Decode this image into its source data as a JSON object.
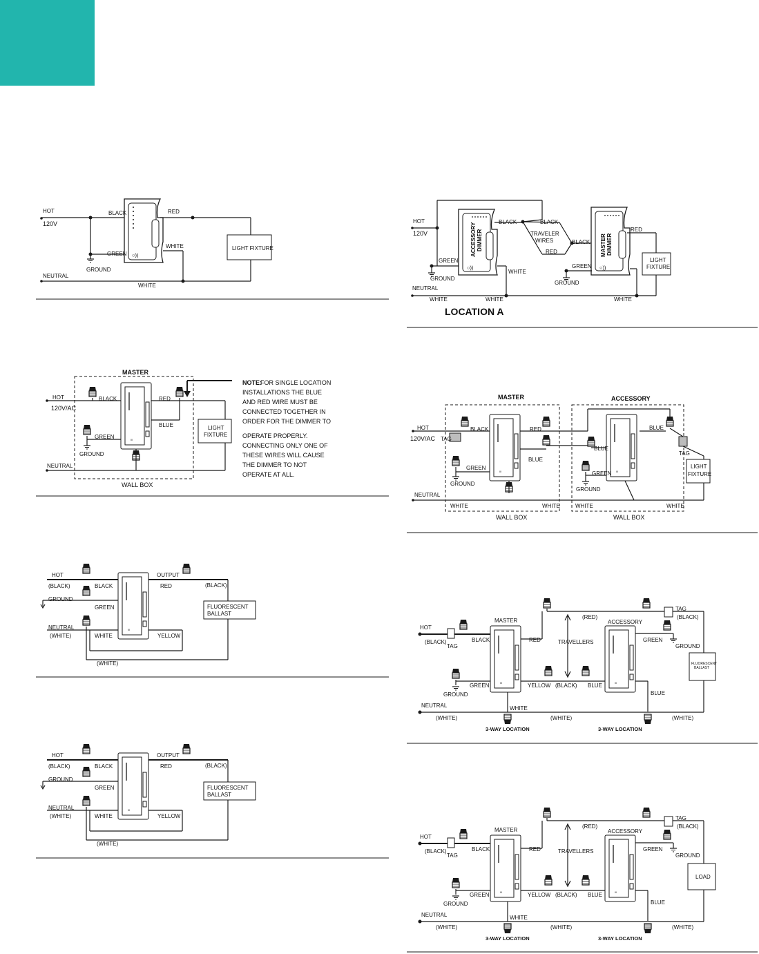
{
  "brand": {
    "color": "#22b5ad"
  },
  "d1": {
    "hot": "HOT",
    "v": "120V",
    "black": "BLACK",
    "red": "RED",
    "white_a": "WHITE",
    "green": "GREEN",
    "ground": "GROUND",
    "neutral": "NEUTRAL",
    "white_b": "WHITE",
    "fixture": "LIGHT FIXTURE"
  },
  "d2": {
    "hot": "HOT",
    "v": "120V",
    "black_a": "BLACK",
    "black_b": "BLACK",
    "black_c": "BLACK",
    "traveler_1": "TRAVELER",
    "traveler_2": "WIRES",
    "red_a": "RED",
    "red_b": "RED",
    "acc_1": "ACCESSORY",
    "acc_2": "DIMMER",
    "mas_1": "MASTER",
    "mas_2": "DIMMER",
    "green_a": "GREEN",
    "green_b": "GREEN",
    "ground_a": "GROUND",
    "ground_b": "GROUND",
    "white_a": "WHITE",
    "white_b": "WHITE",
    "white_c": "WHITE",
    "white_d": "WHITE",
    "neutral": "NEUTRAL",
    "fixture_1": "LIGHT",
    "fixture_2": "FIXTURE",
    "location": "LOCATION A"
  },
  "d3": {
    "master": "MASTER",
    "hot": "HOT",
    "v": "120V/AC",
    "black": "BLACK",
    "red": "RED",
    "blue": "BLUE",
    "green": "GREEN",
    "ground": "GROUND",
    "neutral": "NEUTRAL",
    "wallbox": "WALL BOX",
    "fixture_1": "LIGHT",
    "fixture_2": "FIXTURE",
    "note_label": "NOTE:",
    "note_lines": [
      "FOR SINGLE LOCATION",
      "INSTALLATIONS THE BLUE",
      "AND RED WIRE MUST BE",
      "CONNECTED TOGETHER IN",
      "ORDER FOR THE DIMMER TO",
      "OPERATE PROPERLY.",
      "CONNECTING ONLY ONE OF",
      "THESE WIRES WILL CAUSE",
      "THE DIMMER TO NOT",
      "OPERATE AT ALL."
    ]
  },
  "d4": {
    "master": "MASTER",
    "accessory": "ACCESSORY",
    "hot": "HOT",
    "v": "120V/AC",
    "tag_a": "TAG",
    "tag_b": "TAG",
    "black": "BLACK",
    "red": "RED",
    "blue_a": "BLUE",
    "blue_b": "BLUE",
    "blue_c": "BLUE",
    "green_a": "GREEN",
    "green_b": "GREEN",
    "ground_a": "GROUND",
    "ground_b": "GROUND",
    "neutral": "NEUTRAL",
    "white_a": "WHITE",
    "white_b": "WHITE",
    "white_c": "WHITE",
    "white_d": "WHITE",
    "wallbox_a": "WALL BOX",
    "wallbox_b": "WALL BOX",
    "fixture_1": "LIGHT",
    "fixture_2": "FIXTURE"
  },
  "d5": {
    "hot": "HOT",
    "hot_c": "(BLACK)",
    "output": "OUTPUT",
    "black": "BLACK",
    "red": "RED",
    "out_c": "(BLACK)",
    "ground": "GROUND",
    "green": "GREEN",
    "neutral": "NEUTRAL",
    "neutral_c": "(WHITE)",
    "white": "WHITE",
    "yellow": "YELLOW",
    "bottom_c": "(WHITE)",
    "ballast_1": "FLUORESCENT",
    "ballast_2": "BALLAST"
  },
  "d6": {
    "hot": "HOT",
    "hot_c": "(BLACK)",
    "output": "OUTPUT",
    "black": "BLACK",
    "red": "RED",
    "out_c": "(BLACK)",
    "ground": "GROUND",
    "green": "GREEN",
    "neutral": "NEUTRAL",
    "neutral_c": "(WHITE)",
    "white": "WHITE",
    "yellow": "YELLOW",
    "bottom_c": "(WHITE)",
    "ballast_1": "FLUORESCENT",
    "ballast_2": "BALLAST"
  },
  "d7": {
    "red_c": "(RED)",
    "tag_top": "TAG",
    "black_c_top": "(BLACK)",
    "master": "MASTER",
    "accessory": "ACCESSORY",
    "hot": "HOT",
    "hot_c": "(BLACK)",
    "tag": "TAG",
    "black": "BLACK",
    "red": "RED",
    "travellers": "TRAVELLERS",
    "green_r": "GREEN",
    "ground_r": "GROUND",
    "green_l": "GREEN",
    "ground_l": "GROUND",
    "yellow": "YELLOW",
    "black_c": "(BLACK)",
    "blue_a": "BLUE",
    "blue_b": "BLUE",
    "neutral": "NEUTRAL",
    "white": "WHITE",
    "white_c1": "(WHITE)",
    "white_c2": "(WHITE)",
    "white_c3": "(WHITE)",
    "loc_a": "3-WAY LOCATION",
    "loc_b": "3-WAY LOCATION",
    "ballast_1": "FLUORESCENT",
    "ballast_2": "BALLAST"
  },
  "d8": {
    "red_c": "(RED)",
    "tag_top": "TAG",
    "black_c_top": "(BLACK)",
    "master": "MASTER",
    "accessory": "ACCESSORY",
    "hot": "HOT",
    "hot_c": "(BLACK)",
    "tag": "TAG",
    "black": "BLACK",
    "red": "RED",
    "travellers": "TRAVELLERS",
    "green_r": "GREEN",
    "ground_r": "GROUND",
    "green_l": "GREEN",
    "ground_l": "GROUND",
    "yellow": "YELLOW",
    "black_c": "(BLACK)",
    "blue_a": "BLUE",
    "blue_b": "BLUE",
    "neutral": "NEUTRAL",
    "white": "WHITE",
    "white_c1": "(WHITE)",
    "white_c2": "(WHITE)",
    "white_c3": "(WHITE)",
    "loc_a": "3-WAY LOCATION",
    "loc_b": "3-WAY LOCATION",
    "load": "LOAD"
  }
}
